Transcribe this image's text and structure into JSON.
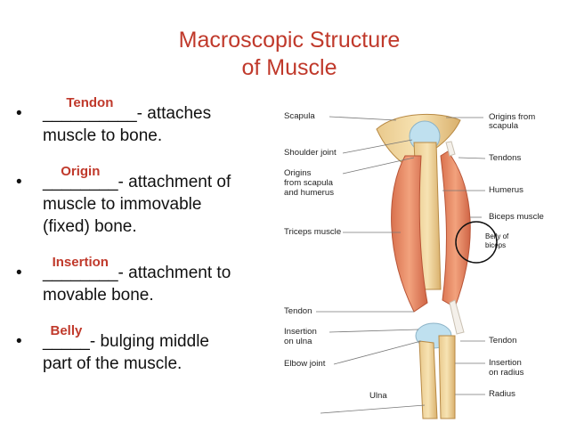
{
  "title": {
    "line1": "Macroscopic Structure",
    "line2": "of Muscle"
  },
  "colors": {
    "accent": "#c0392b",
    "text": "#111111"
  },
  "bullets": [
    {
      "blank": "__________",
      "answer": "Tendon",
      "line1": "- attaches",
      "line2": "muscle to bone.",
      "line3": ""
    },
    {
      "blank": "________",
      "answer": "Origin",
      "line1": "- attachment of",
      "line2": "muscle to immovable",
      "line3": "(fixed) bone."
    },
    {
      "blank": "________",
      "answer": "Insertion",
      "line1": "- attachment to",
      "line2": "movable bone.",
      "line3": ""
    },
    {
      "blank": "_____",
      "answer": "Belly",
      "line1": "- bulging middle",
      "line2": "part of the muscle.",
      "line3": ""
    }
  ],
  "figure": {
    "labels_left": [
      "Scapula",
      "Shoulder joint",
      "Origins",
      "from scapula",
      "and humerus",
      "Triceps muscle",
      "Tendon",
      "Insertion",
      "on ulna",
      "Elbow joint",
      "Ulna"
    ],
    "labels_right": [
      "Origins from",
      "scapula",
      "Tendons",
      "Humerus",
      "Biceps muscle",
      "Tendon",
      "Insertion",
      "on radius",
      "Radius"
    ],
    "belly_note": {
      "line1": "Belly of",
      "line2": "biceps"
    }
  }
}
